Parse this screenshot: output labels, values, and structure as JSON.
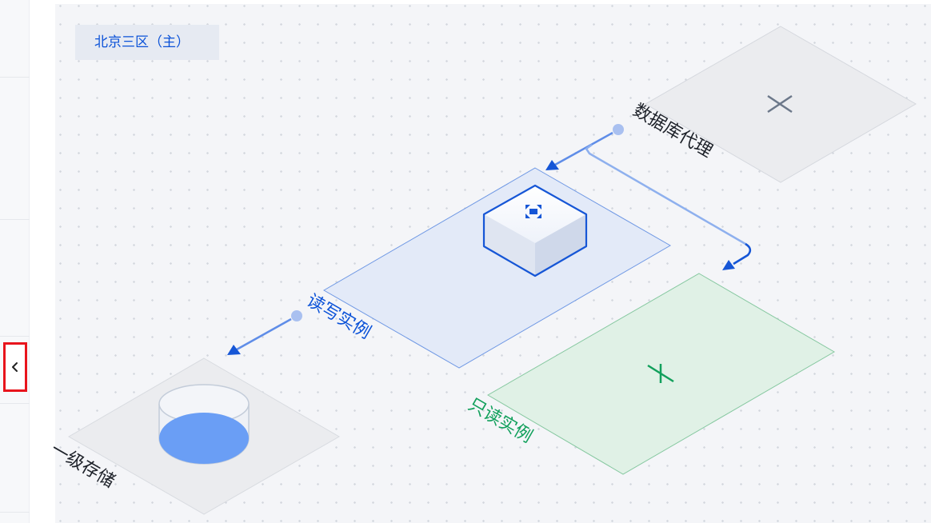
{
  "region": {
    "label": "北京三区（主）"
  },
  "nodes": {
    "proxy": {
      "label": "数据库代理"
    },
    "rw": {
      "label": "读写实例"
    },
    "ro": {
      "label": "只读实例"
    },
    "storage": {
      "label": "一级存储"
    }
  },
  "colors": {
    "primary": "#0b52d8",
    "green": "#12a05c",
    "gray_tile": "#ebecef",
    "blue_tile": "#e3eaf8",
    "green_tile": "#e0f1e6",
    "storage_fill": "#6a9ef5"
  },
  "icons": {
    "collapse": "chevron-left-icon",
    "expand": "expand-arrows-icon",
    "proxy_add": "plus-icon",
    "ro_add": "plus-icon"
  }
}
